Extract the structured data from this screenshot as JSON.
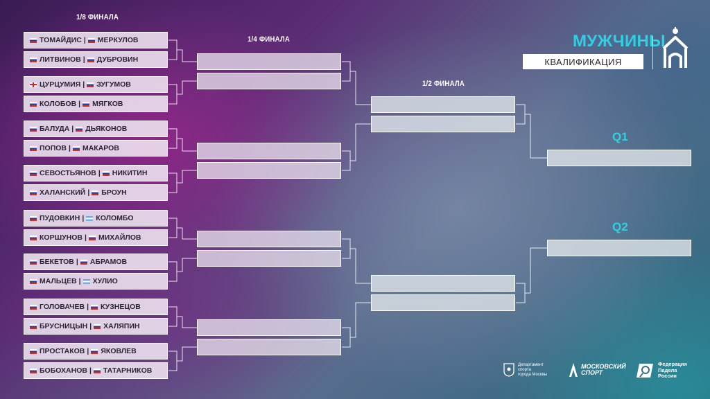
{
  "rounds": {
    "r16": "1/8 ФИНАЛА",
    "qf": "1/4 ФИНАЛА",
    "sf": "1/2 ФИНАЛА"
  },
  "header": {
    "category": "МУЖЧИНЫ",
    "stage": "КВАЛИФИКАЦИЯ"
  },
  "qualifiers": {
    "q1": "Q1",
    "q2": "Q2"
  },
  "r16_pairs": [
    {
      "p1": "ТОМАЙДИС",
      "f1": "ru",
      "p2": "МЕРКУЛОВ",
      "f2": "ru"
    },
    {
      "p1": "ЛИТВИНОВ",
      "f1": "ru",
      "p2": "ДУБРОВИН",
      "f2": "ru"
    },
    {
      "p1": "ЦУРЦУМИЯ",
      "f1": "ge",
      "p2": "ЗУГУМОВ",
      "f2": "ru"
    },
    {
      "p1": "КОЛОБОВ",
      "f1": "ru",
      "p2": "МЯГКОВ",
      "f2": "ru"
    },
    {
      "p1": "БАЛУДА",
      "f1": "ru",
      "p2": "ДЬЯКОНОВ",
      "f2": "ru"
    },
    {
      "p1": "ПОПОВ",
      "f1": "ru",
      "p2": "МАКАРОВ",
      "f2": "ru"
    },
    {
      "p1": "СЕВОСТЬЯНОВ",
      "f1": "ru",
      "p2": "НИКИТИН",
      "f2": "ru"
    },
    {
      "p1": "ХАЛАНСКИЙ",
      "f1": "ru",
      "p2": "БРОУН",
      "f2": "ru"
    },
    {
      "p1": "ПУДОВКИН",
      "f1": "ru",
      "p2": "КОЛОМБО",
      "f2": "ar"
    },
    {
      "p1": "КОРШУНОВ",
      "f1": "ru",
      "p2": "МИХАЙЛОВ",
      "f2": "ru"
    },
    {
      "p1": "БЕКЕТОВ",
      "f1": "ru",
      "p2": "АБРАМОВ",
      "f2": "ru"
    },
    {
      "p1": "МАЛЬЦЕВ",
      "f1": "ru",
      "p2": "ХУЛИО",
      "f2": "ar"
    },
    {
      "p1": "ГОЛОВАЧЕВ",
      "f1": "ru",
      "p2": "КУЗНЕЦОВ",
      "f2": "ru"
    },
    {
      "p1": "БРУСНИЦЫН",
      "f1": "ru",
      "p2": "ХАЛЯПИН",
      "f2": "ru"
    },
    {
      "p1": "ПРОСТАКОВ",
      "f1": "ru",
      "p2": "ЯКОВЛЕВ",
      "f2": "ru"
    },
    {
      "p1": "БОБОХАНОВ",
      "f1": "ru",
      "p2": "ТАТАРНИКОВ",
      "f2": "ru"
    }
  ],
  "separator": "|",
  "sponsors": {
    "dept_lines": [
      "Департамент",
      "спорта",
      "города Москвы"
    ],
    "msport_lines": [
      "МОСКОВСКИЙ",
      "СПОРТ"
    ],
    "padel_lines": [
      "Федерация",
      "Падела",
      "России"
    ]
  },
  "icons": {
    "logo": "church-logo-icon",
    "dept": "moscow-emblem-icon",
    "msport": "moscow-sport-icon",
    "padel": "padel-federation-icon"
  },
  "colors": {
    "accent": "#2fd0e4",
    "slot": "#f0e6f2",
    "text": "#2b2536"
  }
}
